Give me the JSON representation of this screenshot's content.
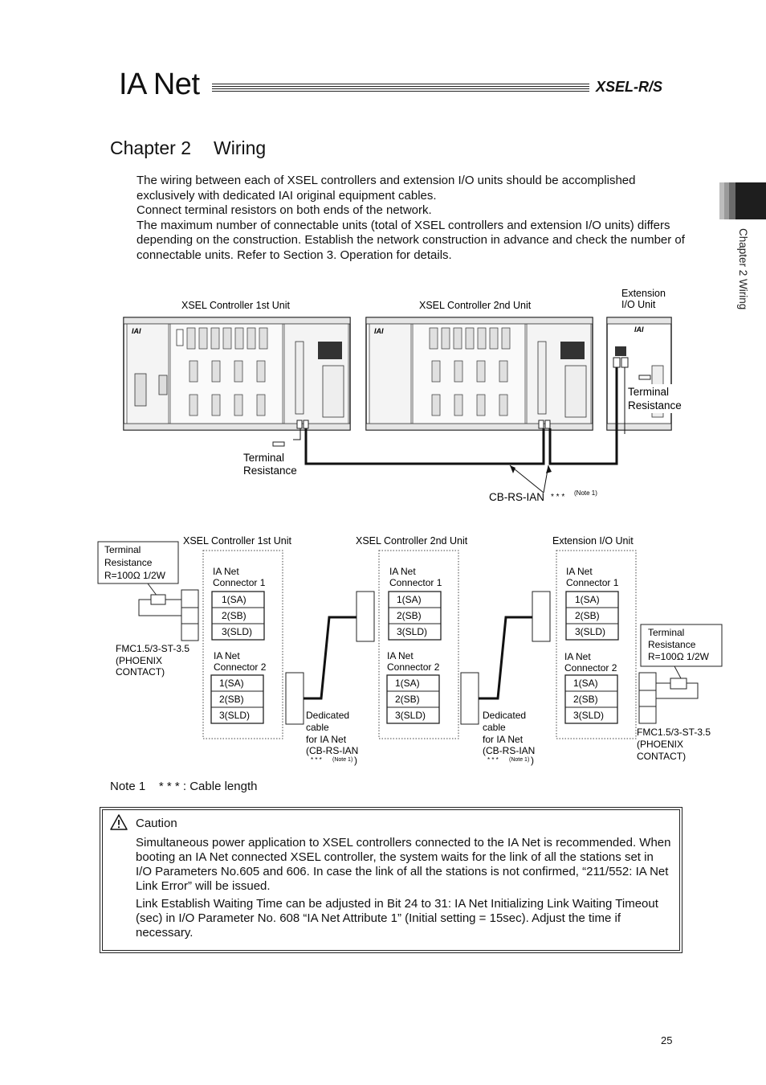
{
  "header": {
    "section_title": "IA Net",
    "product": "XSEL-R/S"
  },
  "chapter": {
    "number": "Chapter 2",
    "title": "Wiring"
  },
  "intro": {
    "p1": "The wiring between each of XSEL controllers and extension I/O units should be accomplished exclusively with dedicated IAI original equipment cables.",
    "p2": "Connect terminal resistors on both ends of the network.",
    "p3": "The maximum number of connectable units (total of XSEL controllers and extension I/O units) differs depending on the construction. Establish the network construction in advance and check the number of connectable units. Refer to Section 3. Operation for details."
  },
  "side_tab": {
    "text": "Chapter 2 Wiring"
  },
  "figure1": {
    "unit1_label": "XSEL Controller 1st Unit",
    "unit2_label": "XSEL Controller 2nd Unit",
    "ext_label_line1": "Extension",
    "ext_label_line2": "I/O Unit",
    "terminal_left_line1": "Terminal",
    "terminal_left_line2": "Resistance",
    "terminal_right_line1": "Terminal",
    "terminal_right_line2": "Resistance",
    "cable_label": "CB-RS-IAN",
    "cable_stars": "* * *",
    "cable_note": "(Note 1)",
    "brand_logo": "IAI"
  },
  "figure2": {
    "unit1_label": "XSEL Controller 1st Unit",
    "unit2_label": "XSEL Controller 2nd Unit",
    "ext_label": "Extension I/O Unit",
    "term_left": [
      "Terminal",
      "Resistance",
      "R=100Ω 1/2W"
    ],
    "term_right": [
      "Terminal",
      "Resistance",
      "R=100Ω 1/2W"
    ],
    "fmc_left": [
      "FMC1.5/3-ST-3.5",
      "(PHOENIX",
      "CONTACT)"
    ],
    "fmc_right": [
      "FMC1.5/3-ST-3.5",
      "(PHOENIX",
      "CONTACT)"
    ],
    "connector1": [
      "IA Net",
      "Connector 1"
    ],
    "connector2": [
      "IA Net",
      "Connector 2"
    ],
    "pins": [
      "1(SA)",
      "2(SB)",
      "3(SLD)"
    ],
    "cable": [
      "Dedicated",
      "cable",
      "for IA Net",
      "(CB-RS-IAN"
    ],
    "cable_stars": "* * *",
    "cable_note": "(Note 1)",
    "cable_close": ")"
  },
  "note1": {
    "label": "Note 1",
    "text": "* * * : Cable length"
  },
  "caution": {
    "title": "Caution",
    "p1": "Simultaneous power application to XSEL controllers connected to the IA Net is recommended. When booting an IA Net connected XSEL controller, the system waits for the link of all the stations set in I/O Parameters No.605 and 606. In case the link of all the stations is not confirmed, “211/552: IA Net Link Error” will be issued.",
    "p2": "Link Establish Waiting Time can be adjusted in Bit 24 to 31: IA Net Initializing Link Waiting Timeout (sec) in I/O Parameter No. 608 “IA Net Attribute 1” (Initial setting = 15sec). Adjust the time if necessary."
  },
  "page_number": "25"
}
